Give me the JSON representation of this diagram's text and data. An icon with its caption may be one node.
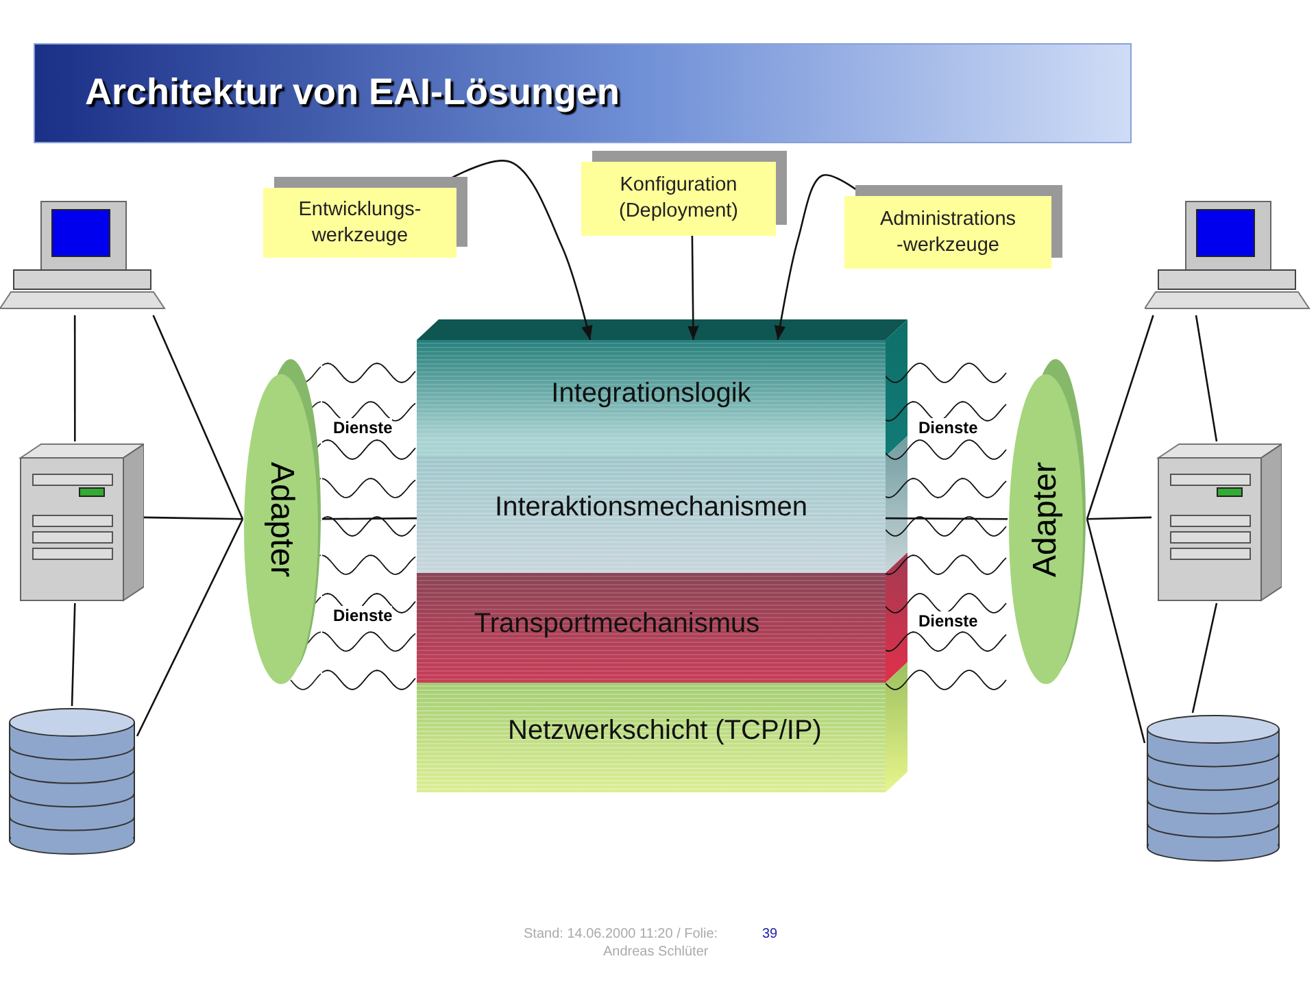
{
  "diagram": {
    "title": "Architektur von EAI-Lösungen",
    "nodes": [
      {
        "text": [
          "Entwicklungs- werkzeuge"
        ]
      },
      {
        "text": [
          "Konfiguration (Deployment)"
        ]
      },
      {
        "text": [
          "Administrations -werkzeuge"
        ]
      },
      {
        "text": [
          "Integrationslogik"
        ]
      },
      {
        "text": [
          "Interaktionsmechanismen"
        ]
      },
      {
        "text": [
          "Transportmechanismus"
        ]
      },
      {
        "text": [
          "Netzwerkschicht (TCP/IP)"
        ]
      },
      {
        "text": [
          "Adapter"
        ]
      },
      {
        "text": [
          "Adapter"
        ]
      },
      {
        "text": [],
        "shape": "picture"
      },
      {
        "text": [],
        "shape": "picture"
      },
      {
        "text": [],
        "shape": "cylinder"
      },
      {
        "text": [],
        "shape": "picture"
      },
      {
        "text": [],
        "shape": "picture"
      },
      {
        "text": [],
        "shape": "cylinder"
      }
    ],
    "edges": [
      {
        "from": 0,
        "to": 3,
        "arrow": "to"
      },
      {
        "from": 1,
        "to": 3,
        "arrow": "to"
      },
      {
        "from": 2,
        "to": 3,
        "arrow": "to"
      },
      {
        "from": 9,
        "to": 10,
        "arrow": "none"
      },
      {
        "from": 10,
        "to": 11,
        "arrow": "none"
      },
      {
        "from": 9,
        "to": 7,
        "arrow": "none"
      },
      {
        "from": 10,
        "to": 7,
        "arrow": "none"
      },
      {
        "from": 11,
        "to": 7,
        "arrow": "none"
      },
      {
        "from": 7,
        "to": 4,
        "arrow": "none"
      },
      {
        "from": 4,
        "to": 8,
        "arrow": "none"
      },
      {
        "from": 12,
        "to": 8,
        "arrow": "none"
      },
      {
        "from": 13,
        "to": 8,
        "arrow": "none"
      },
      {
        "from": 14,
        "to": 8,
        "arrow": "none"
      },
      {
        "from": 12,
        "to": 13,
        "arrow": "none"
      },
      {
        "from": 13,
        "to": 14,
        "arrow": "none"
      },
      {
        "from": 7,
        "to": 3,
        "arrow": "none"
      },
      {
        "from": 7,
        "to": 3,
        "arrow": "none"
      },
      {
        "from": 7,
        "to": 3,
        "arrow": "none"
      },
      {
        "from": 7,
        "to": 4,
        "arrow": "none"
      },
      {
        "from": 7,
        "to": 4,
        "arrow": "none"
      },
      {
        "from": 7,
        "to": 4,
        "arrow": "none"
      },
      {
        "from": 7,
        "to": 5,
        "arrow": "none"
      },
      {
        "from": 7,
        "to": 5,
        "arrow": "none"
      },
      {
        "from": 7,
        "to": 5,
        "arrow": "none"
      },
      {
        "from": 3,
        "to": 8,
        "arrow": "none"
      },
      {
        "from": 3,
        "to": 8,
        "arrow": "none"
      },
      {
        "from": 3,
        "to": 8,
        "arrow": "none"
      },
      {
        "from": 4,
        "to": 8,
        "arrow": "none"
      },
      {
        "from": 4,
        "to": 8,
        "arrow": "none"
      },
      {
        "from": 4,
        "to": 8,
        "arrow": "none"
      },
      {
        "from": 5,
        "to": 8,
        "arrow": "none"
      },
      {
        "from": 5,
        "to": 8,
        "arrow": "none"
      },
      {
        "from": 5,
        "to": 8,
        "arrow": "none"
      }
    ],
    "labels": [
      "Dienste",
      "Dienste",
      "Dienste",
      "Dienste",
      "Stand: 14.06.2000 11:20 / Folie:",
      "39",
      "Andreas Schlüter"
    ]
  }
}
